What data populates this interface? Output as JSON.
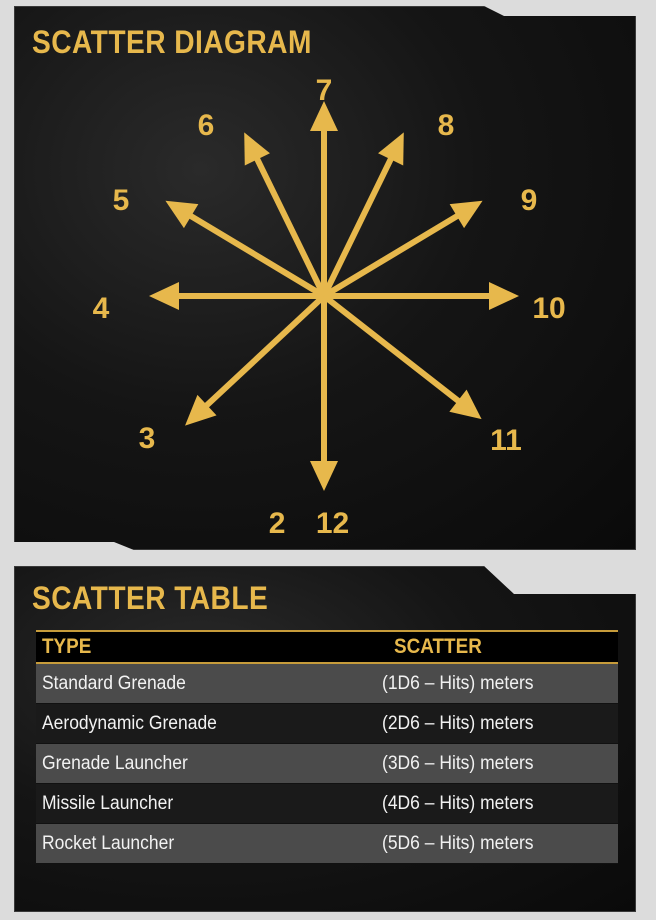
{
  "diagram": {
    "title": "SCATTER DIAGRAM",
    "arrow_color": "#e7b84c",
    "directions": [
      "2 12",
      "3",
      "4",
      "5",
      "6",
      "7",
      "8",
      "9",
      "10",
      "11"
    ]
  },
  "table": {
    "title": "SCATTER TABLE",
    "accent_color": "#e7b84c",
    "headers": [
      "TYPE",
      "SCATTER"
    ],
    "rows": [
      {
        "type": "Standard Grenade",
        "scatter": "(1D6 – Hits) meters"
      },
      {
        "type": "Aerodynamic Grenade",
        "scatter": "(2D6 – Hits) meters"
      },
      {
        "type": "Grenade Launcher",
        "scatter": "(3D6 – Hits) meters"
      },
      {
        "type": "Missile Launcher",
        "scatter": "(4D6 – Hits) meters"
      },
      {
        "type": "Rocket Launcher",
        "scatter": "(5D6 – Hits) meters"
      }
    ]
  }
}
